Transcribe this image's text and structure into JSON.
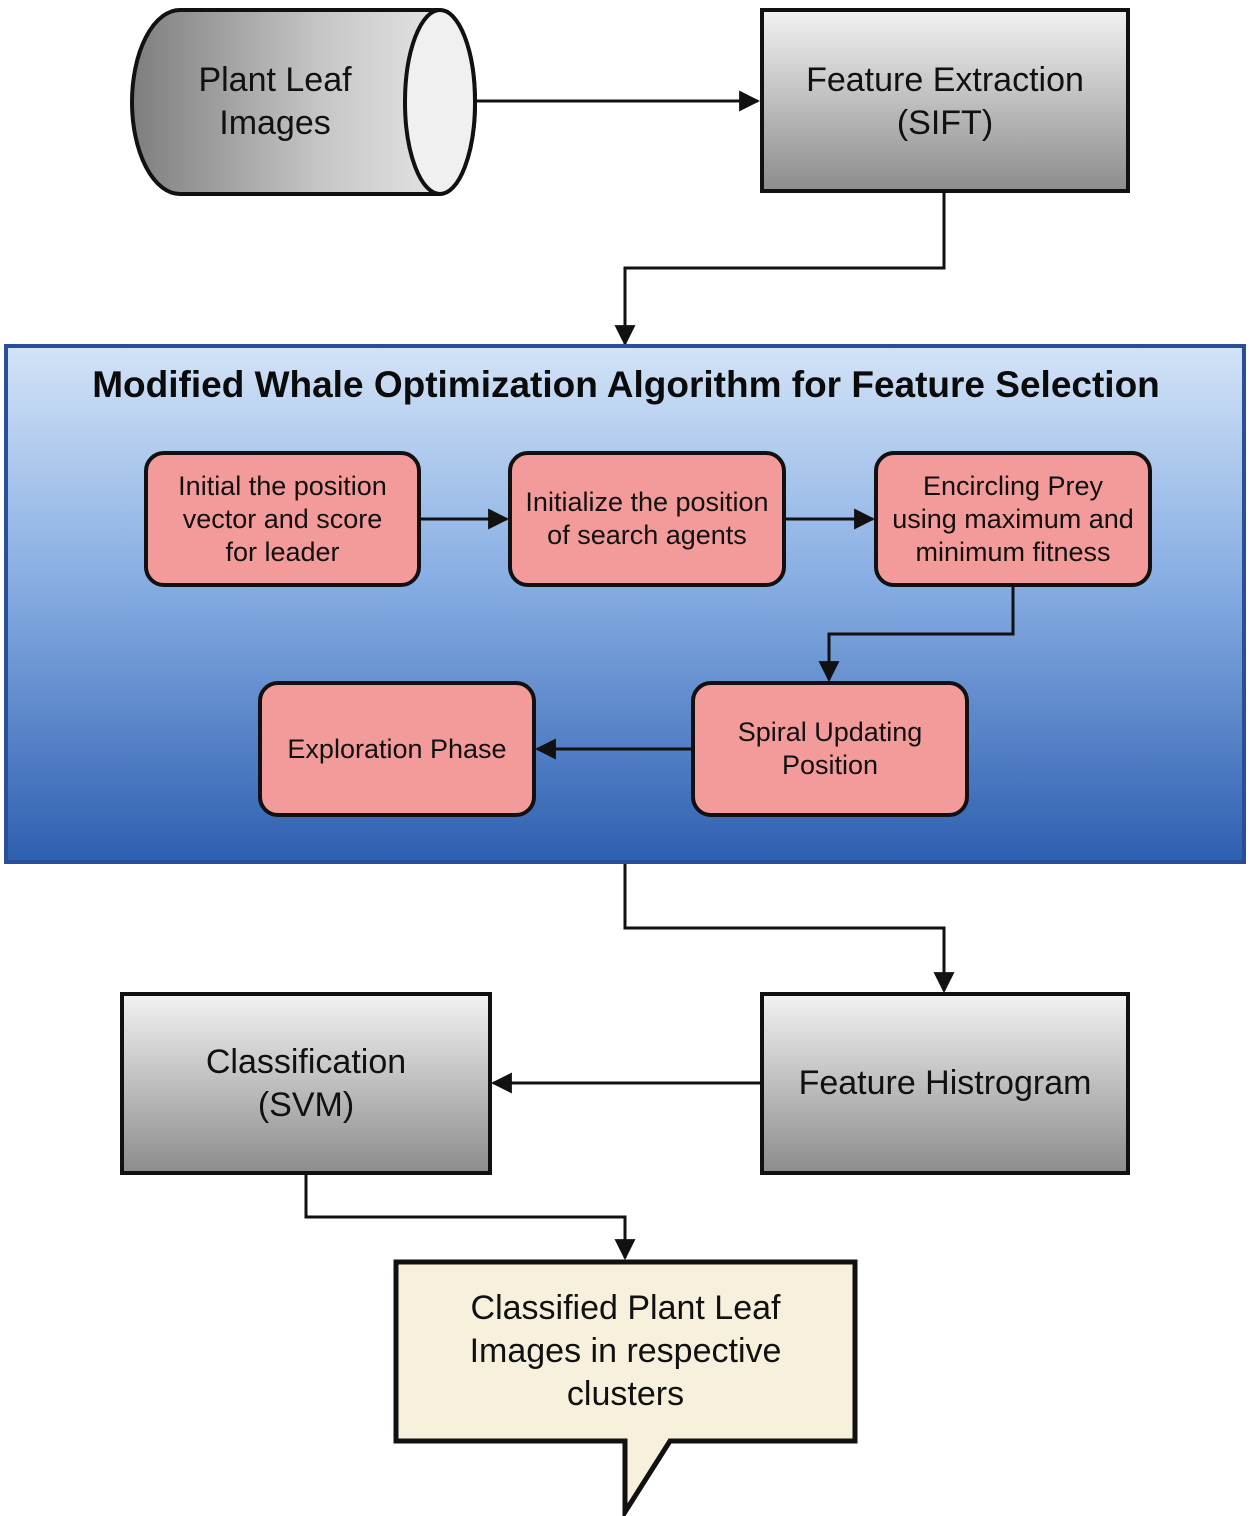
{
  "source": {
    "line1": "Plant Leaf",
    "line2": "Images"
  },
  "feature_extraction": {
    "line1": "Feature Extraction",
    "line2": "(SIFT)"
  },
  "mwoa_panel": {
    "title": "Modified Whale Optimization Algorithm for Feature Selection",
    "steps": [
      {
        "text": "Initial the position\nvector and score\nfor  leader"
      },
      {
        "text": "Initialize the position\nof search agents"
      },
      {
        "text": "Encircling Prey\nusing maximum and\nminimum fitness"
      },
      {
        "text": "Spiral Updating\nPosition"
      },
      {
        "text": "Exploration Phase"
      }
    ]
  },
  "feature_histogram": {
    "label": "Feature Histrogram"
  },
  "classification": {
    "line1": "Classification",
    "line2": "(SVM)"
  },
  "output": {
    "text": "Classified Plant Leaf\nImages in respective\nclusters"
  },
  "colors": {
    "panel_top": "#cfe0f6",
    "panel_bottom": "#2d5fb2",
    "panel_border": "#2a4f9a",
    "step_fill": "#f39b9b",
    "gray_top": "#f0f0f0",
    "gray_bottom": "#8a8a8a",
    "callout_fill": "#f6f0dc"
  }
}
